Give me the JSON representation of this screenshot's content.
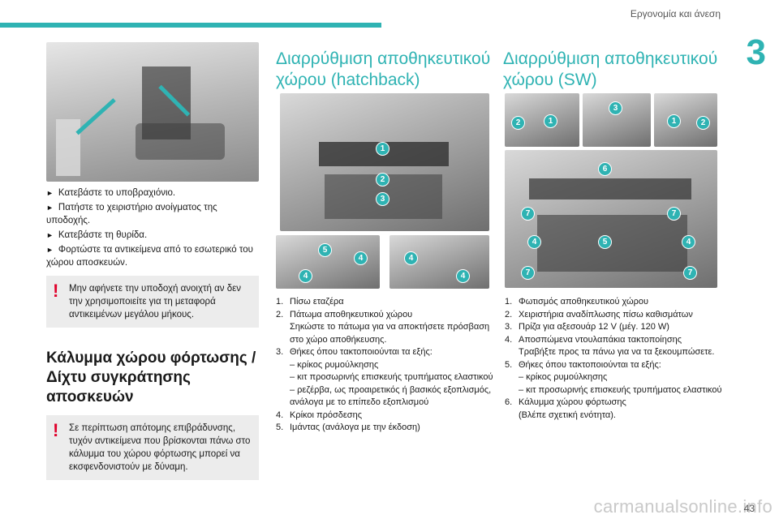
{
  "header": {
    "chapter_title": "Εργονομία και άνεση",
    "chapter_number": "3"
  },
  "left": {
    "steps": [
      "Κατεβάστε το υποβραχιόνιο.",
      "Πατήστε το χειριστήριο ανοίγματος της υποδοχής.",
      "Κατεβάστε τη θυρίδα.",
      "Φορτώστε τα αντικείμενα από το εσωτερικό του χώρου αποσκευών."
    ],
    "warning1": "Μην αφήνετε την υποδοχή ανοιχτή αν δεν την χρησιμοποιείτε για τη μεταφορά αντικειμένων μεγάλου μήκους.",
    "section_title": "Κάλυμμα χώρου φόρτωσης / Δίχτυ συγκράτησης αποσκευών",
    "warning2": "Σε περίπτωση απότομης επιβράδυνσης, τυχόν αντικείμενα που βρίσκονται πάνω στο κάλυμμα του χώρου φόρτωσης μπορεί να εκσφενδονιστούν με δύναμη."
  },
  "middle": {
    "title": "Διαρρύθμιση αποθηκευτικού χώρου (hatchback)",
    "items": [
      {
        "n": "1.",
        "text": "Πίσω εταζέρα"
      },
      {
        "n": "2.",
        "text": "Πάτωμα αποθηκευτικού χώρου",
        "sub": "Σηκώστε το πάτωμα για να αποκτήσετε πρόσβαση στο χώρο αποθήκευσης."
      },
      {
        "n": "3.",
        "text": "Θήκες όπου τακτοποιούνται τα εξής:",
        "dashes": [
          "– κρίκος ρυμούλκησης",
          "– κιτ προσωρινής επισκευής τρυπήματος ελαστικού",
          "– ρεζέρβα, ως προαιρετικός ή βασικός εξοπλισμός, ανάλογα με το επίπεδο εξοπλισμού"
        ]
      },
      {
        "n": "4.",
        "text": "Κρίκοι πρόσδεσης"
      },
      {
        "n": "5.",
        "text": "Ιμάντας (ανάλογα με την έκδοση)"
      }
    ]
  },
  "right": {
    "title": "Διαρρύθμιση αποθηκευτικού χώρου (SW)",
    "items": [
      {
        "n": "1.",
        "text": "Φωτισμός αποθηκευτικού χώρου"
      },
      {
        "n": "2.",
        "text": "Χειριστήρια αναδίπλωσης πίσω καθισμάτων"
      },
      {
        "n": "3.",
        "text": "Πρίζα για αξεσουάρ 12 V (μέγ. 120 W)"
      },
      {
        "n": "4.",
        "text": "Αποσπώμενα ντουλαπάκια τακτοποίησης",
        "sub": "Τραβήξτε προς τα πάνω για να τα ξεκουμπώσετε."
      },
      {
        "n": "5.",
        "text": "Θήκες όπου τακτοποιούνται τα εξής:",
        "dashes": [
          "– κρίκος ρυμούλκησης",
          "– κιτ προσωρινής επισκευής τρυπήματος ελαστικού"
        ]
      },
      {
        "n": "6.",
        "text": "Κάλυμμα χώρου φόρτωσης",
        "sub": "(Βλέπε σχετική ενότητα)."
      }
    ]
  },
  "markers": {
    "hatch_main": [
      "1",
      "2",
      "3"
    ],
    "hatch_left": [
      "5",
      "4",
      "4"
    ],
    "hatch_right": [
      "4",
      "4"
    ],
    "sw_top_left": [
      "2",
      "1"
    ],
    "sw_top_mid": [
      "3"
    ],
    "sw_top_right": [
      "1",
      "2"
    ],
    "sw_main": [
      "6",
      "7",
      "7",
      "4",
      "5",
      "4",
      "7",
      "7"
    ]
  },
  "footer": {
    "page_number": "43",
    "watermark": "carmanualsonline.info"
  },
  "colors": {
    "accent": "#2fb3b3",
    "warning": "#e0002b"
  }
}
